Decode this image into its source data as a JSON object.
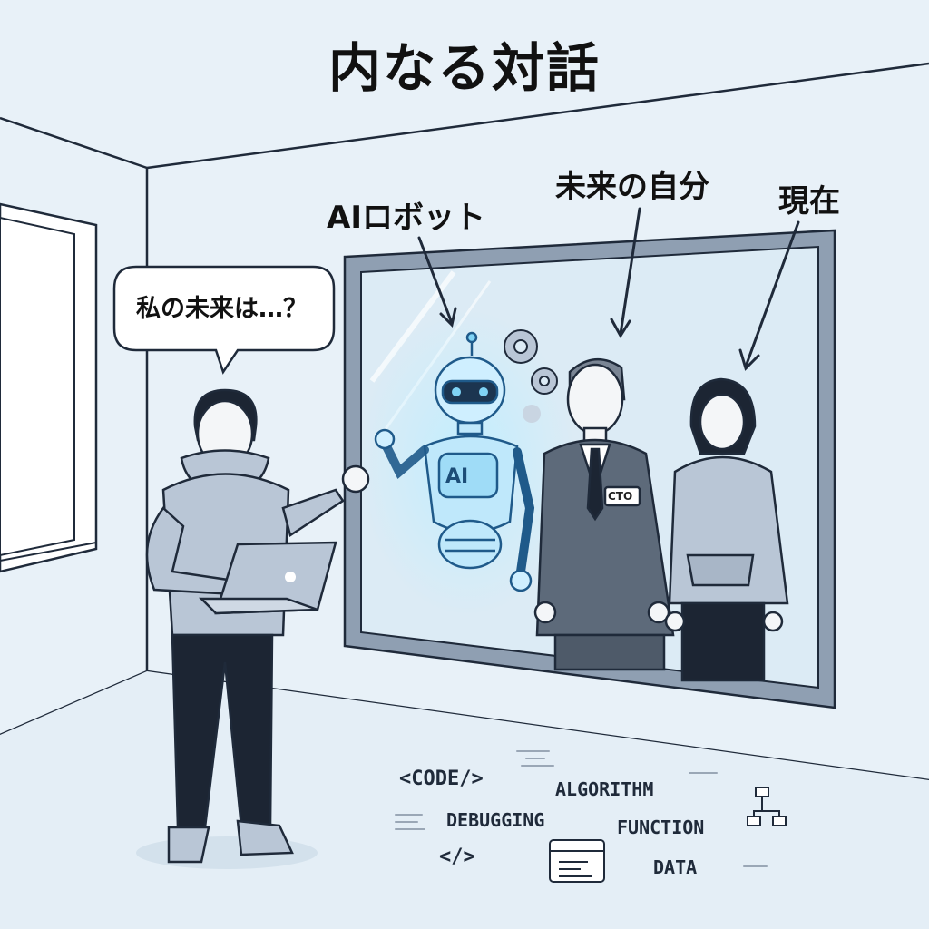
{
  "title": "内なる対話",
  "labels": {
    "robot": "AIロボット",
    "future_self": "未来の自分",
    "present": "現在"
  },
  "speech_bubble": "私の未来は…？",
  "robot_chest_text": "AI",
  "name_badge": "CTO",
  "keywords": {
    "code": "<CODE/>",
    "algorithm": "ALGORITHM",
    "debugging": "DEBUGGING",
    "function": "FUNCTION",
    "tag": "</>",
    "data": "DATA"
  },
  "colors": {
    "background": "#e8f1f8",
    "line": "#1f2a3a",
    "hoodie": "#b9c6d6",
    "suit": "#5d6a7a",
    "pants": "#1c2533",
    "robot_glow": "#7fd3f5",
    "mirror_frame": "#8f9fb2",
    "mirror_glass": "#dcebf5"
  },
  "icons": [
    "gear-icon",
    "apple-logo-icon",
    "flowchart-icon",
    "code-window-icon",
    "arrow-icon"
  ]
}
